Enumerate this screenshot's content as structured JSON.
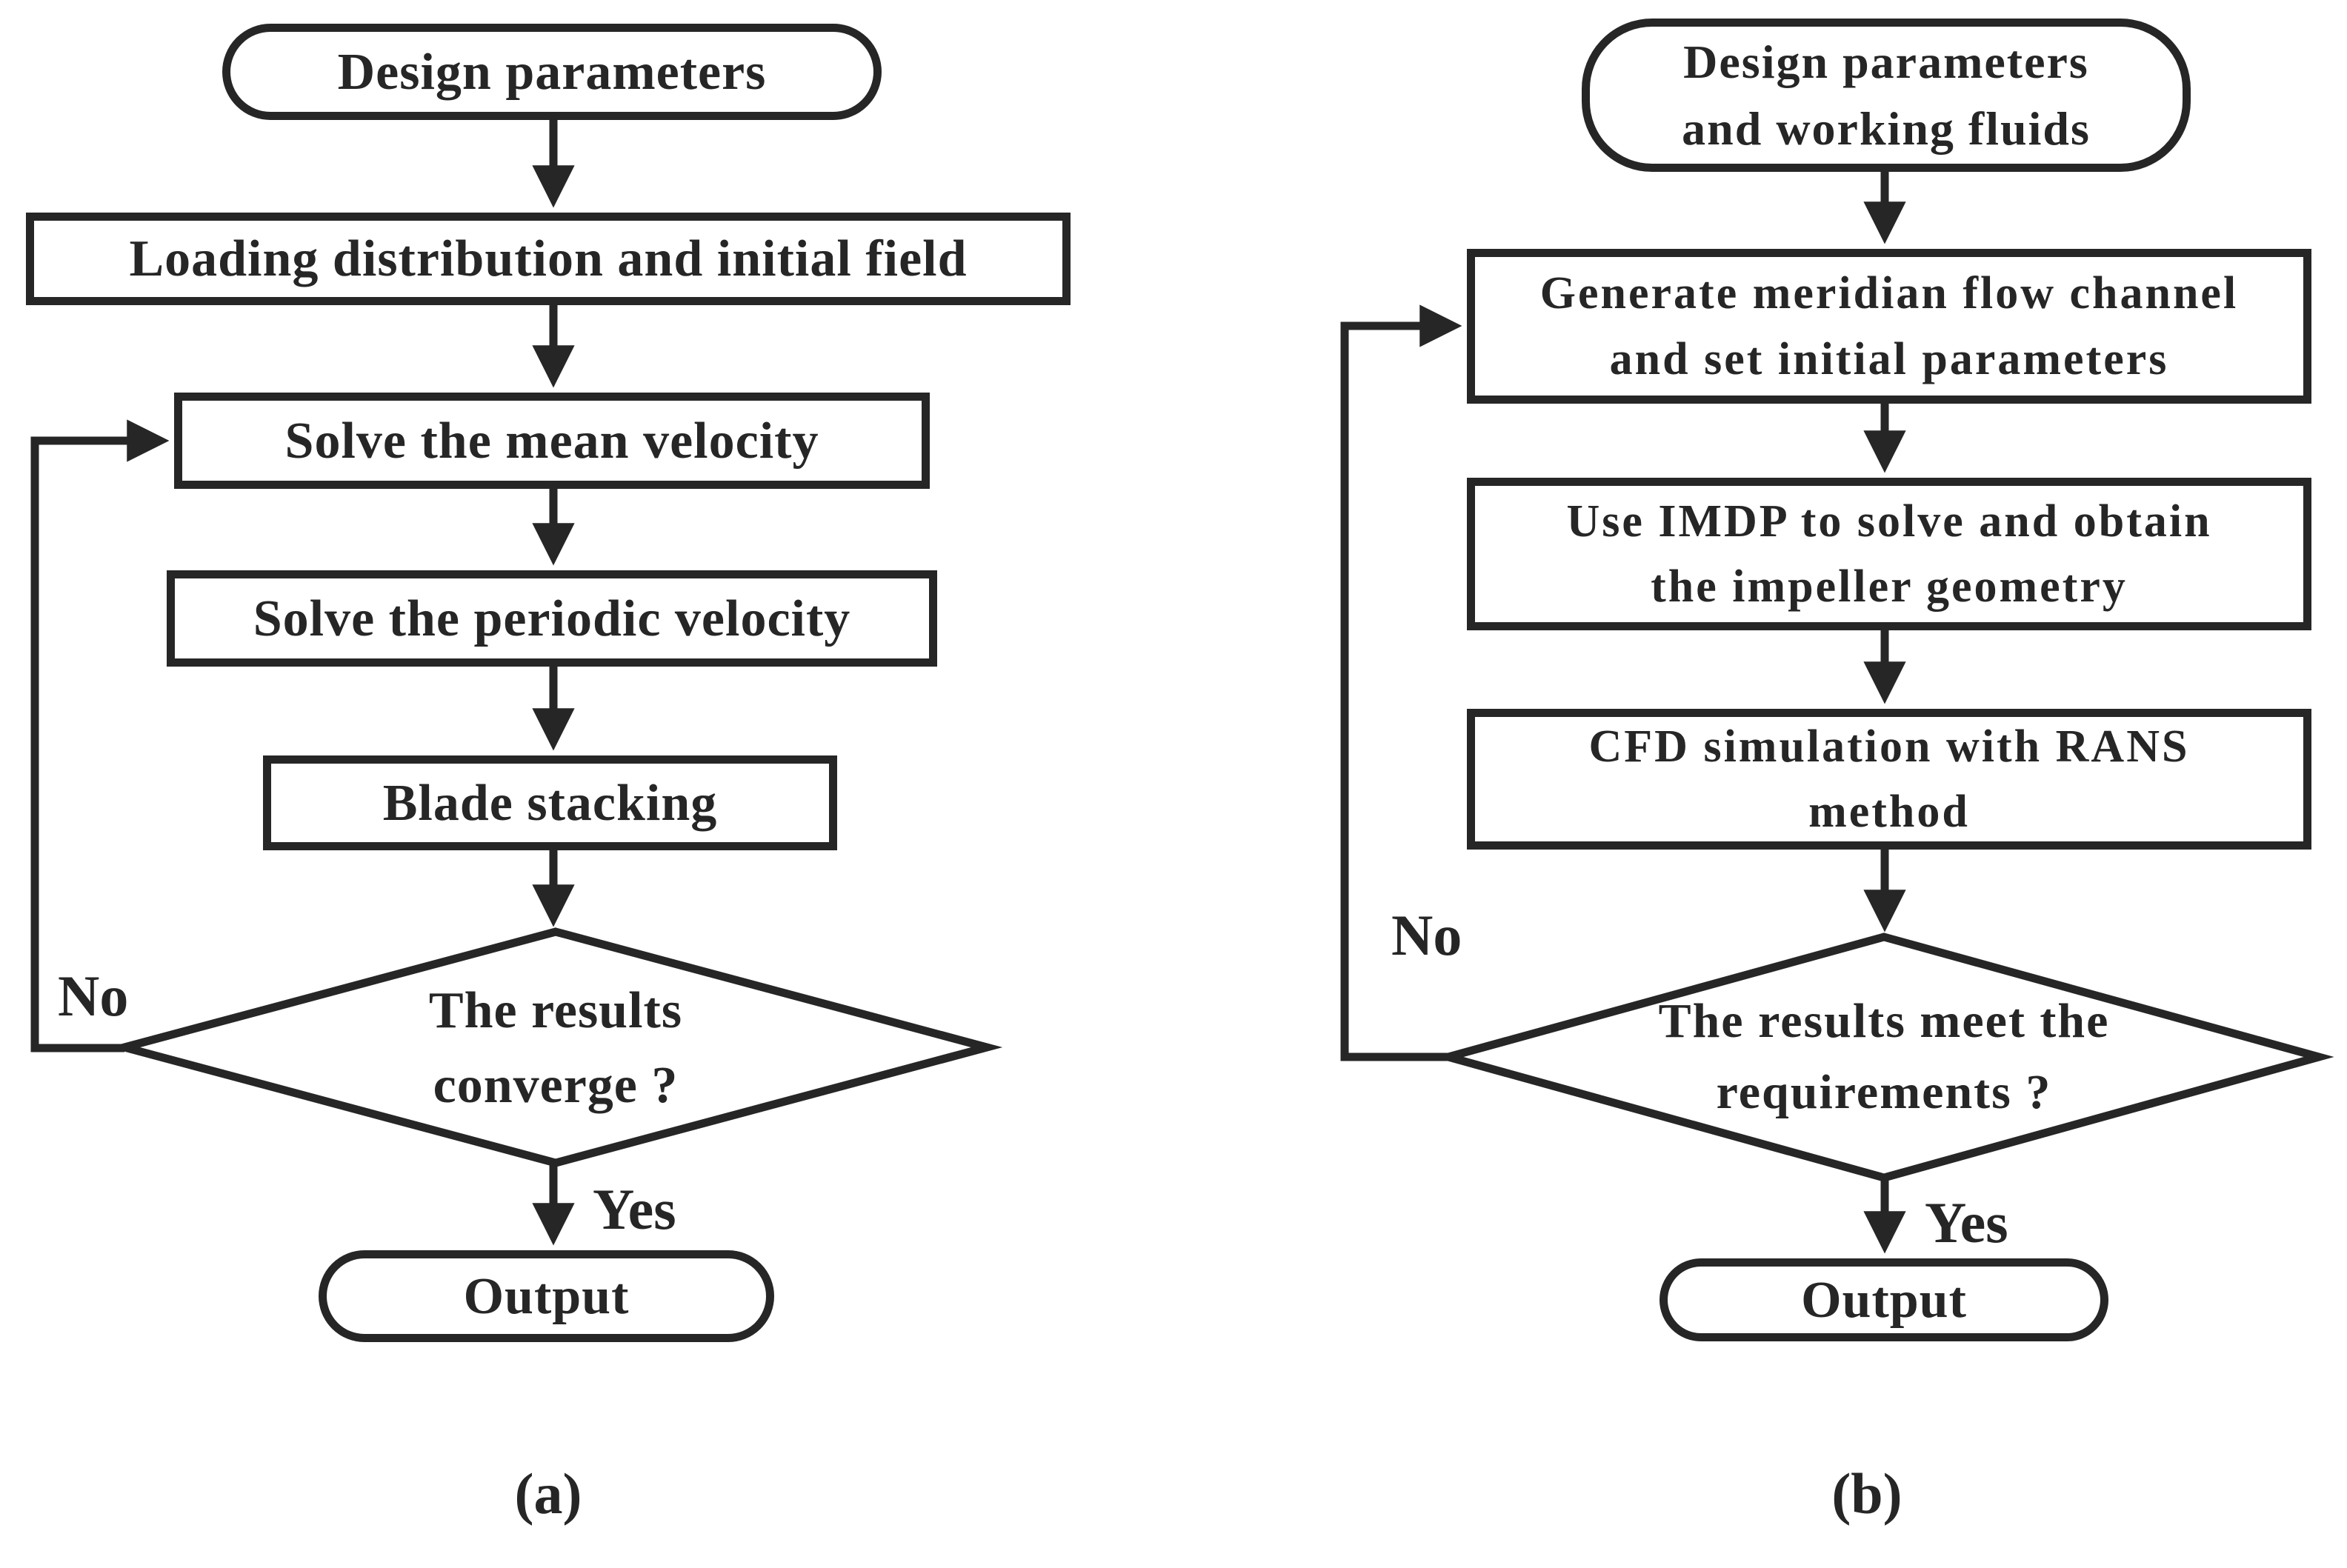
{
  "figure": {
    "background": "#ffffff",
    "ink": "#262626",
    "caption_a": "(a)",
    "caption_b": "(b)"
  },
  "chart_a": {
    "start": "Design parameters",
    "steps": [
      "Loading distribution and initial field",
      "Solve the mean velocity",
      "Solve the periodic velocity",
      "Blade stacking"
    ],
    "decision": "The results\nconverge ?",
    "no_label": "No",
    "yes_label": "Yes",
    "end": "Output"
  },
  "chart_b": {
    "start": "Design parameters\nand working fluids",
    "steps": [
      "Generate meridian flow channel\nand set initial parameters",
      "Use IMDP to solve and obtain\nthe impeller geometry",
      "CFD simulation with RANS\nmethod"
    ],
    "decision": "The results meet the\nrequirements ?",
    "no_label": "No",
    "yes_label": "Yes",
    "end": "Output"
  }
}
